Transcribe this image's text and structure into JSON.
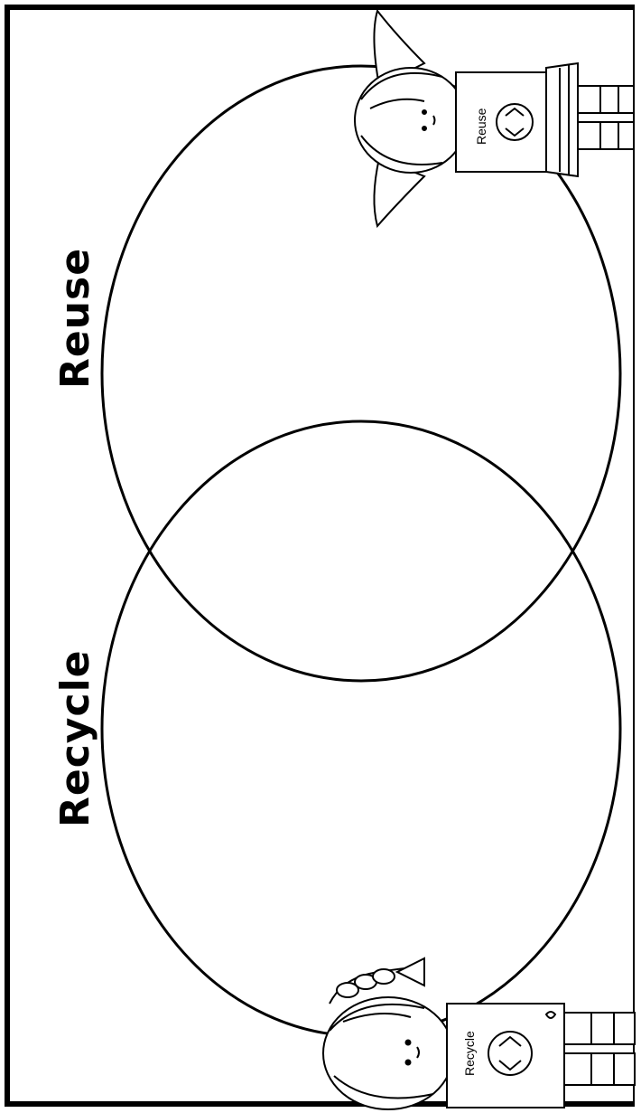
{
  "diagram": {
    "type": "venn",
    "sets": [
      {
        "label": "Reuse"
      },
      {
        "label": "Recycle"
      }
    ]
  },
  "illustrations": [
    {
      "name": "girl-reuse",
      "shirt_text": "Reuse",
      "icon": "recycle-icon"
    },
    {
      "name": "girl-recycle",
      "shirt_text": "Recycle",
      "icon": "recycle-icon"
    }
  ],
  "colors": {
    "line": "#000000",
    "background": "#ffffff"
  }
}
